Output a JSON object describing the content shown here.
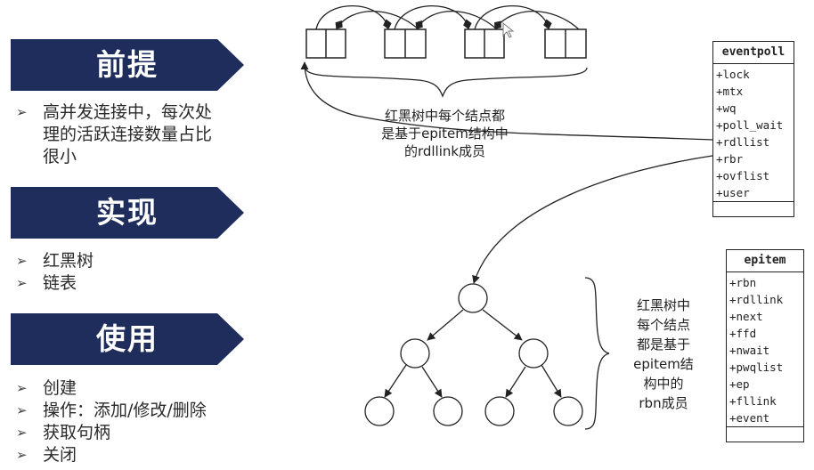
{
  "sections": [
    {
      "title": "前提",
      "bullets": [
        "高并发连接中，每次处",
        "理的活跃连接数量占比",
        "很小"
      ],
      "wrap": true
    },
    {
      "title": "实现",
      "bullets": [
        "红黑树",
        "链表"
      ]
    },
    {
      "title": "使用",
      "bullets": [
        "创建",
        "操作：添加/修改/删除",
        "获取句柄",
        "关闭"
      ]
    }
  ],
  "bullet_marker": "➢",
  "eventpoll": {
    "name": "eventpoll",
    "fields": [
      "+lock",
      "+mtx",
      "+wq",
      "+poll_wait",
      "+rdllist",
      "+rbr",
      "+ovflist",
      "+user"
    ]
  },
  "epitem": {
    "name": "epitem",
    "fields": [
      "+rbn",
      "+rdllink",
      "+next",
      "+ffd",
      "+nwait",
      "+pwqlist",
      "+ep",
      "+fllink",
      "+event"
    ]
  },
  "notes": {
    "list_note": [
      "红黑树中每个结点都",
      "是基于epitem结构中",
      "的rdllink成员"
    ],
    "tree_note": [
      "红黑树中",
      "每个结点",
      "都是基于",
      "epitem结",
      "构中的",
      "rbn成员"
    ]
  },
  "colors": {
    "banner": "#1f2d5c",
    "banner_dark": "#17224a",
    "line": "#222222"
  }
}
